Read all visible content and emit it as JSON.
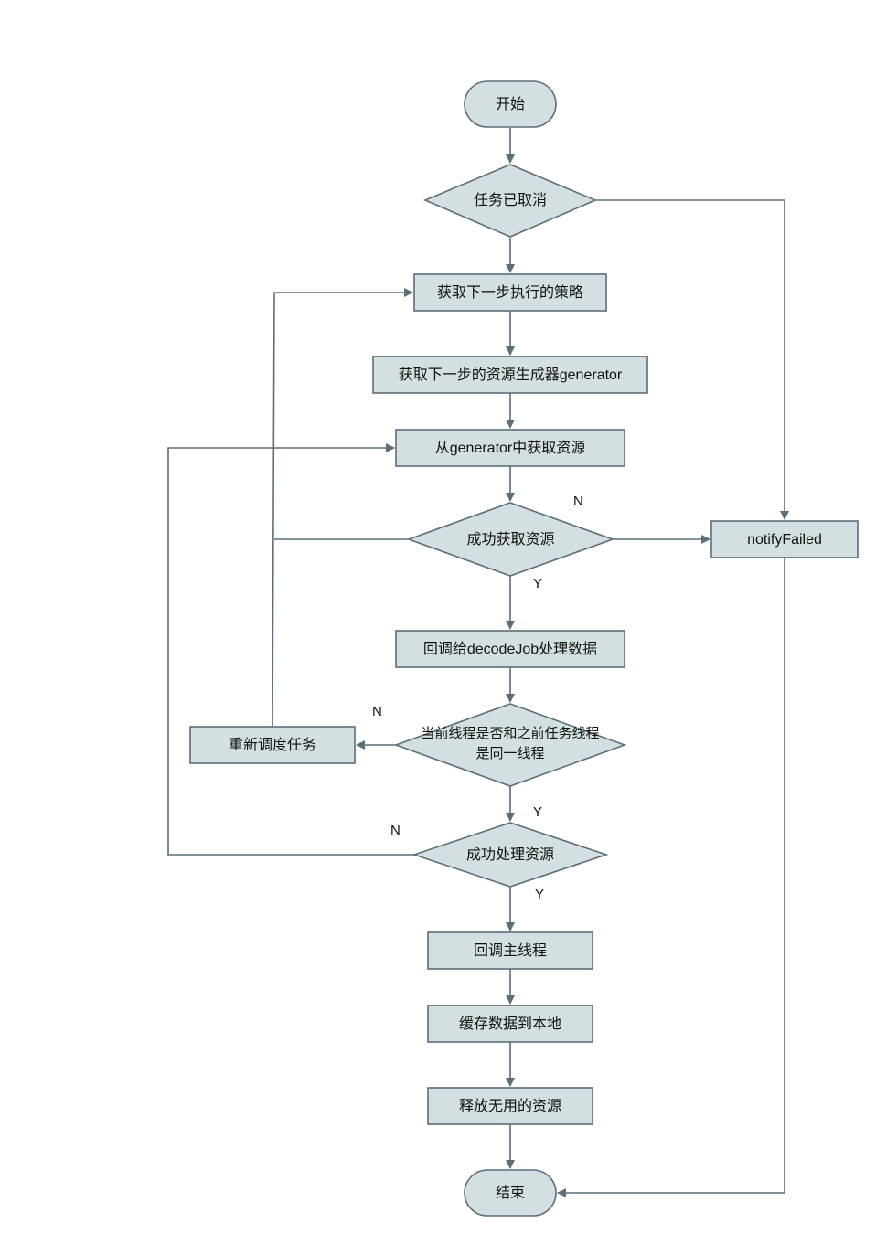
{
  "nodes": {
    "start": "开始",
    "task_cancelled": "任务已取消",
    "get_next_strategy": "获取下一步执行的策略",
    "get_next_generator": "获取下一步的资源生成器generator",
    "fetch_from_generator": "从generator中获取资源",
    "fetch_success": "成功获取资源",
    "notify_failed": "notifyFailed",
    "callback_decodejob": "回调给decodeJob处理数据",
    "same_thread_line1": "当前线程是否和之前任务线程",
    "same_thread_line2": "是同一线程",
    "reschedule": "重新调度任务",
    "process_success": "成功处理资源",
    "callback_main": "回调主线程",
    "cache_local": "缓存数据到本地",
    "release": "释放无用的资源",
    "end": "结束"
  },
  "edge_labels": {
    "fetch_no": "N",
    "fetch_yes": "Y",
    "thread_no": "N",
    "thread_yes": "Y",
    "process_no": "N",
    "process_yes": "Y"
  },
  "colors": {
    "fill": "#d3dfe1",
    "stroke": "#5c6e78"
  }
}
